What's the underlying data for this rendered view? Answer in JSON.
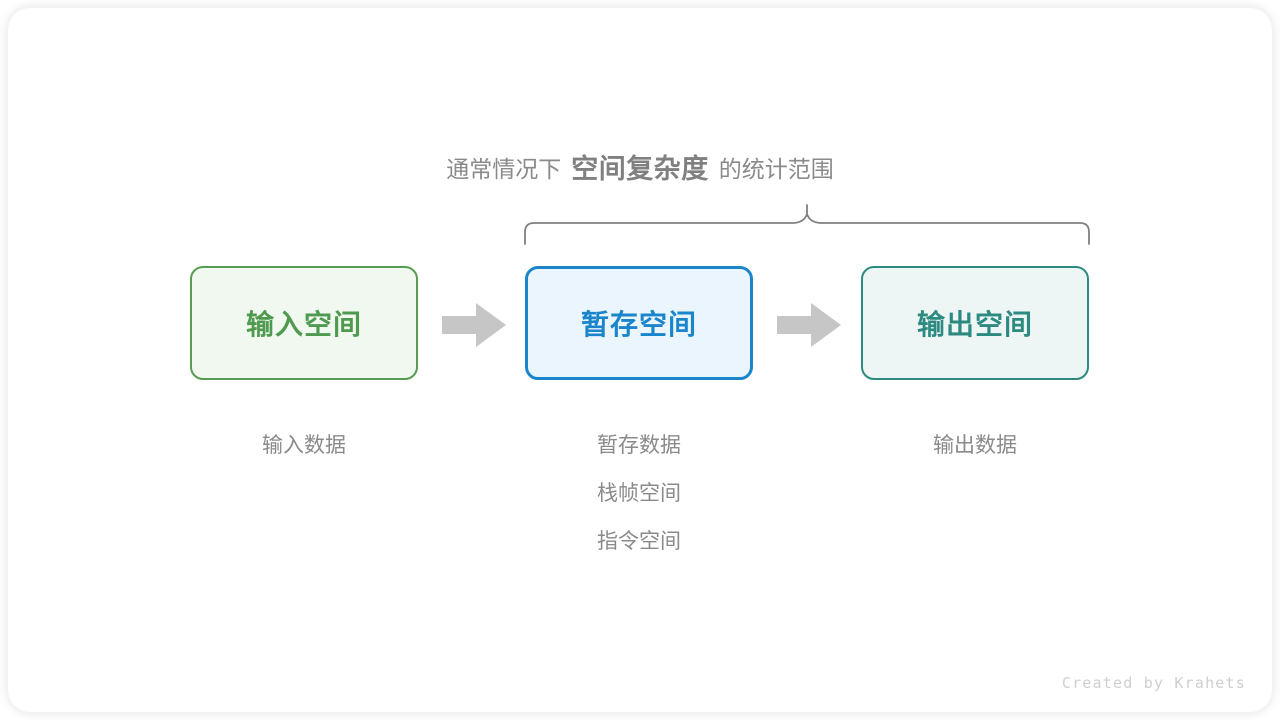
{
  "card": {
    "background": "#ffffff",
    "border_radius": 22
  },
  "caption": {
    "prefix": "通常情况下",
    "emphasis": "空间复杂度",
    "suffix": "的统计范围",
    "color": "#8a8a8a",
    "emphasis_color": "#808080"
  },
  "brace": {
    "name": "curly-brace",
    "color": "#808080",
    "spans": [
      "暂存空间",
      "输出空间"
    ]
  },
  "boxes": [
    {
      "id": "input-space",
      "label": "输入空间",
      "border_color": "#569c52",
      "fill_color": "#f1f8f0",
      "text_color": "#4e9a4f"
    },
    {
      "id": "temp-space",
      "label": "暂存空间",
      "border_color": "#1b85cc",
      "fill_color": "#eaf5fd",
      "text_color": "#1b85cc"
    },
    {
      "id": "output-space",
      "label": "输出空间",
      "border_color": "#2d8a81",
      "fill_color": "#edf6f4",
      "text_color": "#2d8a81"
    }
  ],
  "arrows": [
    {
      "id": "arrow-input-to-temp",
      "icon": "right-arrow-icon",
      "color": "#c6c6c6"
    },
    {
      "id": "arrow-temp-to-output",
      "icon": "right-arrow-icon",
      "color": "#c6c6c6"
    }
  ],
  "columns": {
    "input": {
      "items": [
        "输入数据"
      ]
    },
    "temp": {
      "items": [
        "暂存数据",
        "栈帧空间",
        "指令空间"
      ]
    },
    "output": {
      "items": [
        "输出数据"
      ]
    },
    "text_color": "#8a8a8a"
  },
  "watermark": {
    "text": "Created by Krahets",
    "color": "#cfcfcf"
  }
}
